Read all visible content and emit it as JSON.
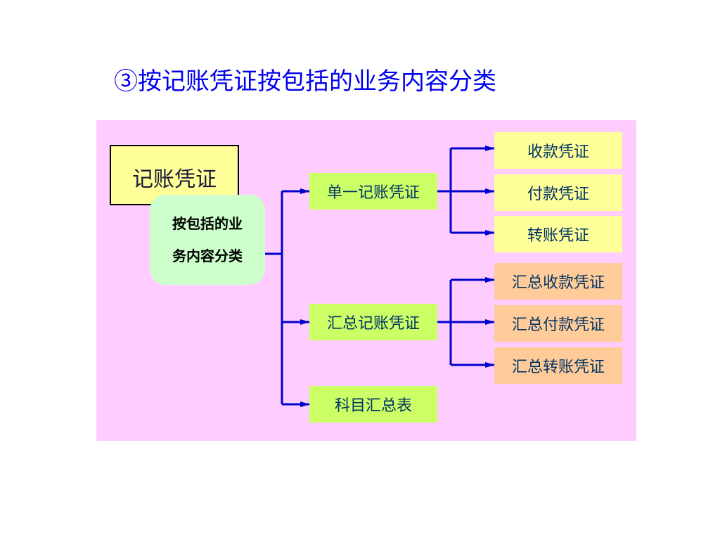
{
  "title": "③按记账凭证按包括的业务内容分类",
  "diagram": {
    "root": "记账凭证",
    "criterion_line1": "按包括的业",
    "criterion_line2": "务内容分类",
    "groups": [
      {
        "label": "单一记账凭证",
        "children": [
          "收款凭证",
          "付款凭证",
          "转账凭证"
        ]
      },
      {
        "label": "汇总记账凭证",
        "children": [
          "汇总收款凭证",
          "汇总付款凭证",
          "汇总转账凭证"
        ]
      },
      {
        "label": "科目汇总表",
        "children": []
      }
    ],
    "colors": {
      "panel": "#ffccff",
      "connector": "#0000cc",
      "root_fill": "#ffff99",
      "criterion_fill": "#ccffcc",
      "group_fill": "#ccff66",
      "leaf_fill_single": "#ffff99",
      "leaf_fill_summary": "#ffcc99",
      "title": "#0000ee"
    }
  }
}
